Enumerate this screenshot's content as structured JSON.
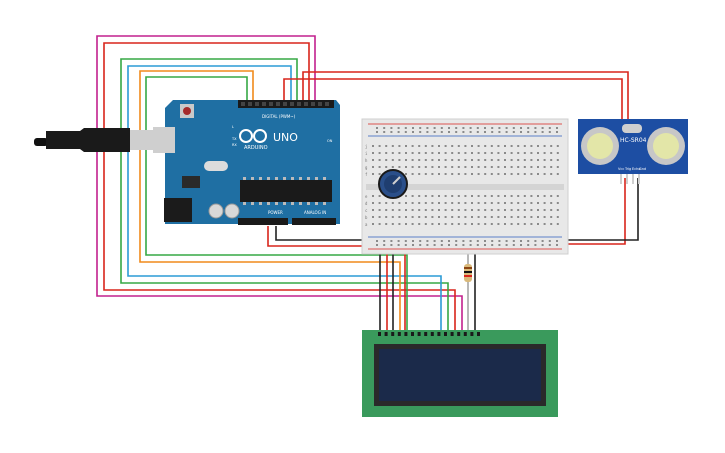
{
  "arduino": {
    "brand": "ARDUINO",
    "model": "UNO",
    "digital_label": "DIGITAL (PWM~)",
    "power_label": "POWER",
    "analog_label": "ANALOG IN",
    "tx_label": "TX",
    "rx_label": "RX",
    "on_label": "ON",
    "l_label": "L"
  },
  "sensor": {
    "model": "HC-SR04",
    "pins": [
      "Vcc",
      "Trig",
      "Echo",
      "Gnd"
    ]
  },
  "breadboard": {
    "row_letters_top": [
      "j",
      "i",
      "h",
      "g",
      "f"
    ],
    "row_letters_bottom": [
      "e",
      "d",
      "c",
      "b",
      "a"
    ]
  },
  "colors": {
    "board": "#1f6fa3",
    "breadboard": "#e8e8e8",
    "sensor": "#1d4ea3",
    "lcd_pcb": "#3a9a5c",
    "lcd_screen": "#1b2a4a",
    "wire_red": "#d9251c",
    "wire_black": "#222222",
    "wire_orange": "#f08a1c",
    "wire_green": "#36a845",
    "wire_blue": "#2c9bd6",
    "wire_magenta": "#c2218d"
  }
}
